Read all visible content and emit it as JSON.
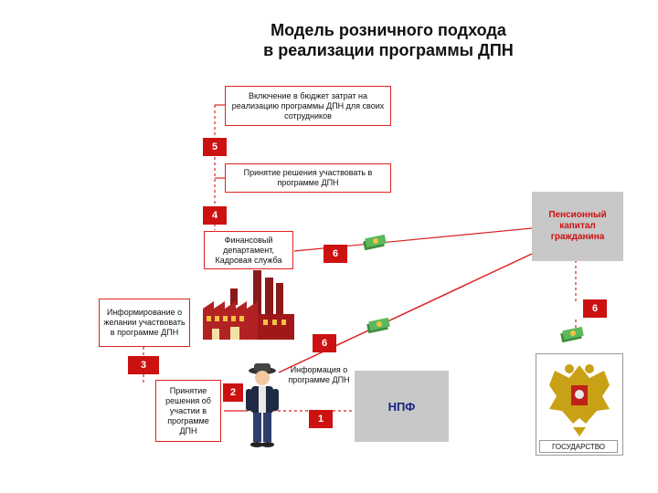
{
  "title": {
    "line1": "Модель розничного подхода",
    "line2": "в реализации программы ДПН"
  },
  "boxes": {
    "budget": "Включение в бюджет затрат на реализацию программы ДПН для своих сотрудников",
    "decision_company": "Принятие решения участвовать в программе ДПН",
    "finance_dept": "Финансовый департамент, Кадровая служба",
    "inform_desire": "Информирование о желании участвовать в программе ДПН",
    "decision_person": "Принятие решения об участии в программе ДПН",
    "info_program": "Информация о программе ДПН",
    "pension_capital": "Пенсионный капитал гражданина",
    "npf": "НПФ",
    "state": "ГОСУДАРСТВО"
  },
  "numbers": {
    "n5": "5",
    "n4": "4",
    "n6a": "6",
    "n6b": "6",
    "n6c": "6",
    "n3": "3",
    "n2": "2",
    "n1": "1"
  },
  "colors": {
    "accent_red": "#cc1111",
    "grey_box": "#c8c8c8",
    "navy": "#1a237e"
  },
  "icons": [
    "factory-icon",
    "money-icon",
    "person-icon",
    "coat-of-arms-icon"
  ]
}
